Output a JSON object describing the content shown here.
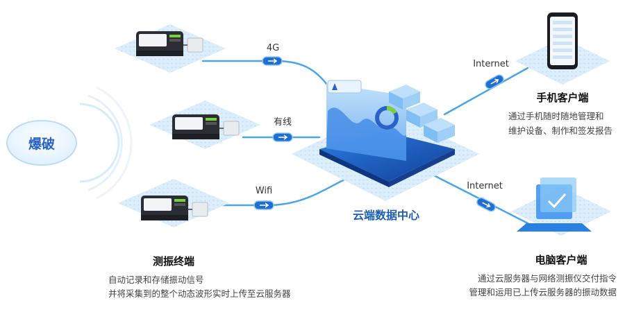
{
  "source": {
    "label": "爆破"
  },
  "connections": [
    {
      "label": "4G"
    },
    {
      "label": "有线"
    },
    {
      "label": "Wifi"
    },
    {
      "label": "Internet"
    },
    {
      "label": "Internet"
    }
  ],
  "hub": {
    "title": "云端数据中心"
  },
  "terminal": {
    "title": "测振终端",
    "lines": [
      "自动记录和存储振动信号",
      "并将采集到的整个动态波形实时上传至云服务器"
    ]
  },
  "mobile": {
    "title": "手机客户端",
    "lines": [
      "通过手机随时随地管理和",
      "维护设备、制作和签发报告"
    ]
  },
  "pc": {
    "title": "电脑客户端",
    "lines": [
      "通过云服务器与网络测振仪交付指令",
      "管理和运用已上传云服务器的振动数据"
    ]
  },
  "colors": {
    "line": "#4aa6e8",
    "tile": "#dcedfb",
    "hub_blue": "#1c5fb8",
    "accent_green": "#7bd13a",
    "device_dark": "#2a2d33"
  }
}
